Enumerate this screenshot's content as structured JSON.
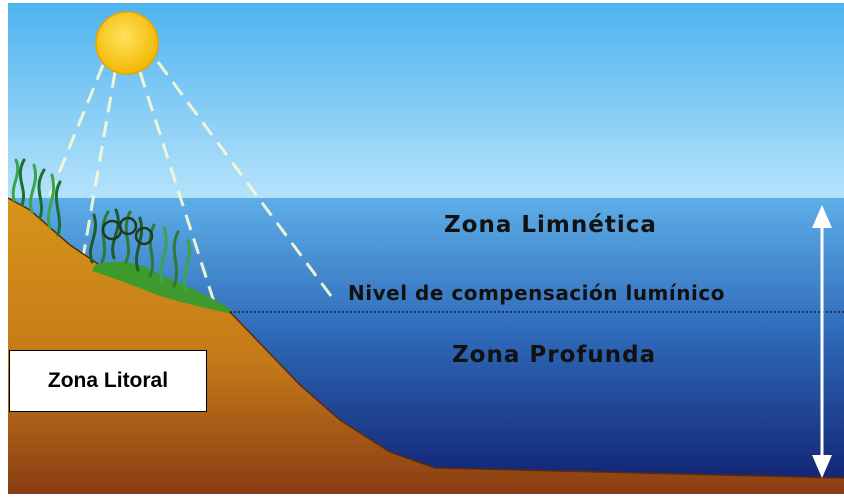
{
  "labels": {
    "zona_limnetica": "Zona  Limnética",
    "nivel_compensacion": "Nivel  de  compensación  lumínico",
    "zona_profunda": "Zona  Profunda",
    "zona_litoral": "Zona Litoral"
  },
  "colors": {
    "sky_top": "#4fb3ef",
    "sky_bottom": "#b6e3fb",
    "water_top": "#5eaee8",
    "water_deep": "#0f1f6e",
    "land_light": "#d7951a",
    "land_dark": "#8a3d14",
    "sun": "#ffd21a",
    "plants": "#2f8a3a"
  }
}
